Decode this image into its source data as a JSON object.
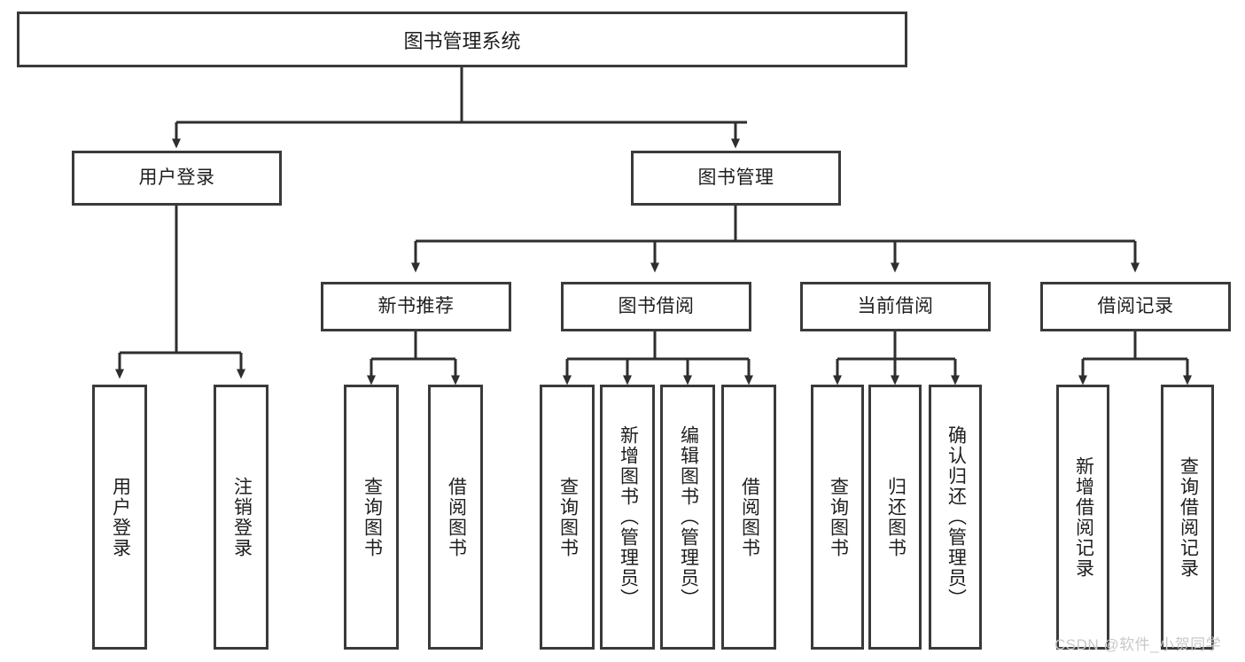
{
  "diagram": {
    "title": "图书管理系统",
    "type": "tree-hierarchy",
    "root": {
      "label": "图书管理系统"
    },
    "level2": [
      {
        "label": "用户登录"
      },
      {
        "label": "图书管理"
      }
    ],
    "level3": [
      {
        "label": "新书推荐"
      },
      {
        "label": "图书借阅"
      },
      {
        "label": "当前借阅"
      },
      {
        "label": "借阅记录"
      }
    ],
    "leaves": {
      "user_login": [
        {
          "label": "用户登录"
        },
        {
          "label": "注销登录"
        }
      ],
      "new_book_recommend": [
        {
          "label": "查询图书"
        },
        {
          "label": "借阅图书"
        }
      ],
      "book_borrow": [
        {
          "label": "查询图书"
        },
        {
          "label": "新增图书（管理员）"
        },
        {
          "label": "编辑图书（管理员）"
        },
        {
          "label": "借阅图书"
        }
      ],
      "current_borrow": [
        {
          "label": "查询图书"
        },
        {
          "label": "归还图书"
        },
        {
          "label": "确认归还（管理员）"
        }
      ],
      "borrow_record": [
        {
          "label": "新增借阅记录"
        },
        {
          "label": "查询借阅记录"
        }
      ]
    }
  },
  "watermark": {
    "text": "CSDN @软件_小贺同学"
  },
  "colors": {
    "border": "#3a3a3a",
    "text": "#1e1e1e",
    "background": "#ffffff",
    "watermark": "#c9c9c9"
  }
}
